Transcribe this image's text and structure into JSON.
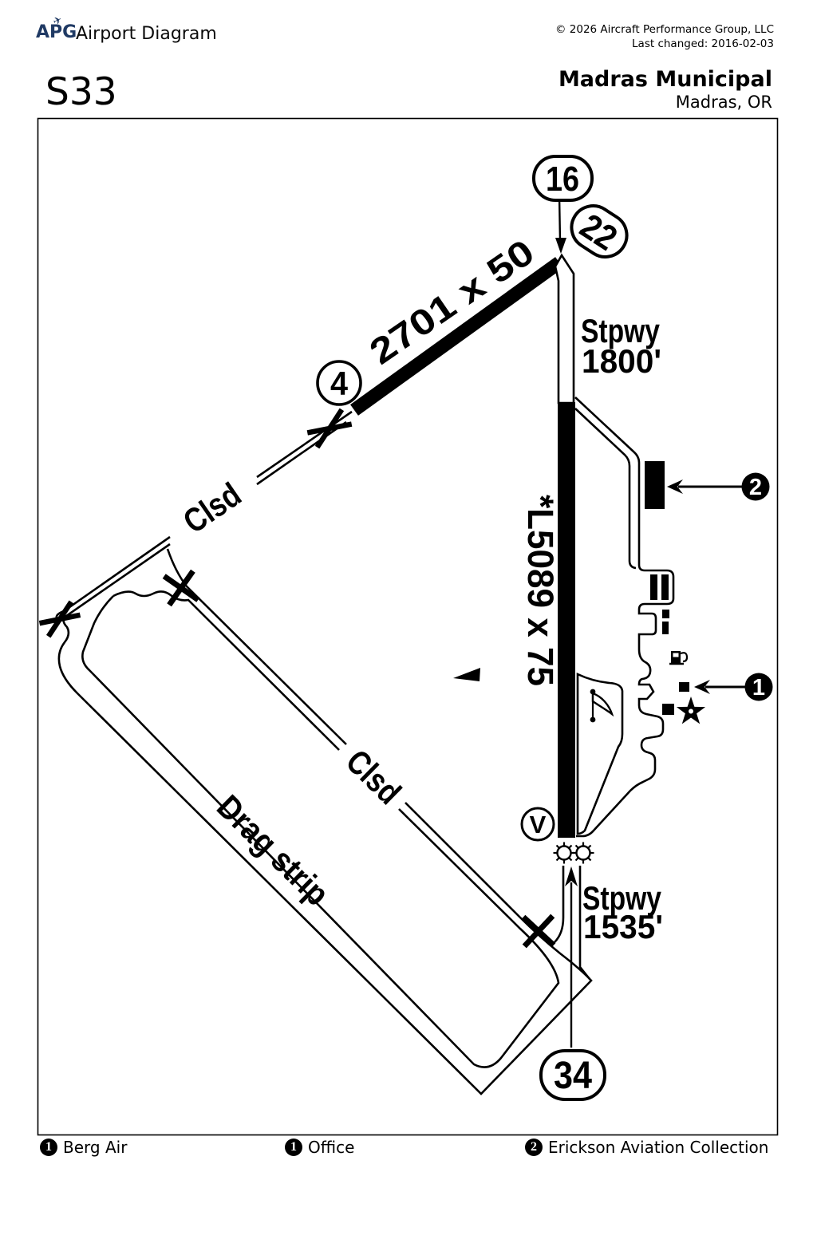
{
  "header": {
    "logo": "APG",
    "plane_icon": "✈",
    "product_title": "Airport Diagram",
    "copyright": "© 2026 Aircraft Performance Group, LLC",
    "last_changed": "Last changed: 2016-02-03",
    "airport_id": "S33",
    "airport_name": "Madras Municipal",
    "airport_city": "Madras, OR"
  },
  "diagram": {
    "runway_16_34": {
      "end_north_label": "16",
      "end_south_label": "34",
      "dimensions": "*L5089 x 75",
      "stopway_north": {
        "line1": "Stpwy",
        "line2": "1800'"
      },
      "stopway_south": {
        "line1": "Stpwy",
        "line2": "1535'"
      }
    },
    "runway_4_22": {
      "end_ne_label": "22",
      "end_sw_label": "4",
      "dimensions": "2701 x 50",
      "closed_label": "Clsd"
    },
    "closed_runway": {
      "closed_label": "Clsd",
      "drag_strip_label": "Drag strip"
    },
    "vasi_label": "V",
    "markers": {
      "marker1": "1",
      "marker2": "2"
    }
  },
  "legend": [
    {
      "num": "1",
      "label": "Berg Air"
    },
    {
      "num": "1",
      "label": "Office"
    },
    {
      "num": "2",
      "label": "Erickson Aviation Collection"
    }
  ],
  "colors": {
    "ink": "#000000",
    "logo_navy": "#203a64",
    "background": "#ffffff"
  }
}
